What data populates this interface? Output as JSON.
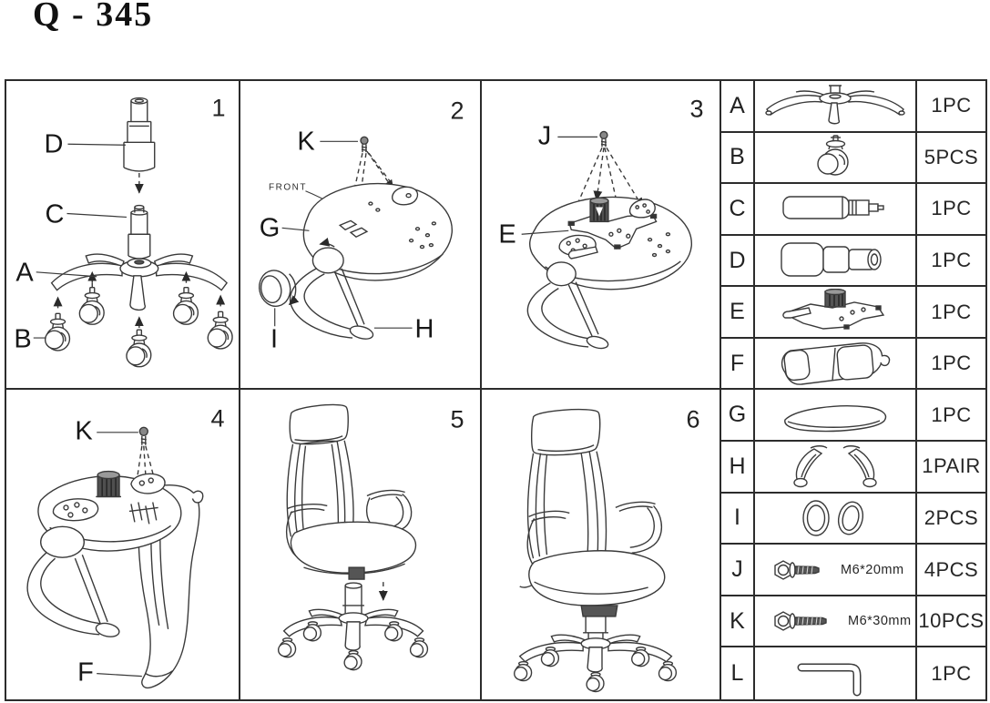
{
  "title": "Q - 345",
  "panels": [
    {
      "number": "1",
      "callouts": [
        "D",
        "C",
        "A",
        "B"
      ]
    },
    {
      "number": "2",
      "callouts": [
        "K",
        "G",
        "I",
        "H"
      ],
      "front_label": "FRONT"
    },
    {
      "number": "3",
      "callouts": [
        "J",
        "E"
      ]
    },
    {
      "number": "4",
      "callouts": [
        "K",
        "F"
      ]
    },
    {
      "number": "5",
      "callouts": []
    },
    {
      "number": "6",
      "callouts": []
    }
  ],
  "parts_table": {
    "rows": [
      {
        "letter": "A",
        "icon": "star-base-icon",
        "qty": "1PC"
      },
      {
        "letter": "B",
        "icon": "caster-icon",
        "qty": "5PCS"
      },
      {
        "letter": "C",
        "icon": "gas-lift-icon",
        "qty": "1PC"
      },
      {
        "letter": "D",
        "icon": "telescopic-cover-icon",
        "qty": "1PC"
      },
      {
        "letter": "E",
        "icon": "tilt-mechanism-icon",
        "qty": "1PC"
      },
      {
        "letter": "F",
        "icon": "backrest-icon",
        "qty": "1PC"
      },
      {
        "letter": "G",
        "icon": "seat-cushion-icon",
        "qty": "1PC"
      },
      {
        "letter": "H",
        "icon": "armrest-pair-icon",
        "qty": "1PAIR"
      },
      {
        "letter": "I",
        "icon": "ring-covers-icon",
        "qty": "2PCS"
      },
      {
        "letter": "J",
        "icon": "bolt-icon",
        "spec": "M6*20mm",
        "qty": "4PCS"
      },
      {
        "letter": "K",
        "icon": "bolt-icon",
        "spec": "M6*30mm",
        "qty": "10PCS"
      },
      {
        "letter": "L",
        "icon": "allen-key-icon",
        "qty": "1PC"
      }
    ]
  },
  "colors": {
    "line": "#3a3a3a",
    "border": "#2c2c2c",
    "background": "#ffffff"
  }
}
